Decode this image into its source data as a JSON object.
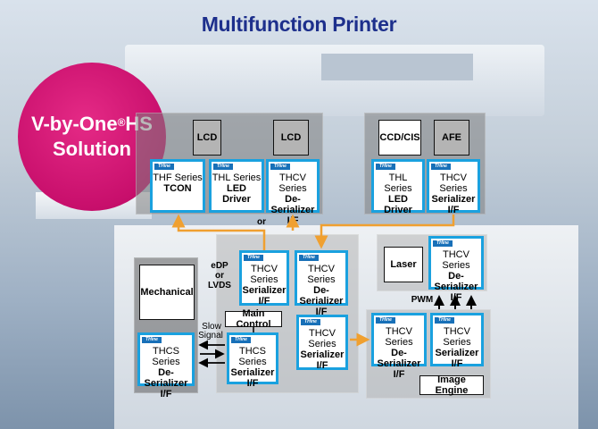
{
  "title": "Multifunction Printer",
  "badge": {
    "line1": "V-by-One",
    "reg": "®",
    "line1b": "HS",
    "line2": "Solution"
  },
  "logo_text": "THine",
  "boxes": {
    "lcd1": "LCD",
    "lcd2": "LCD",
    "ccd": "CCD/CIS",
    "afe": "AFE",
    "laser": "Laser",
    "mechanical": "Mechanical",
    "main_control": "Main Control",
    "image_engine": "Image Engine"
  },
  "chips": {
    "tcon": {
      "line1": "THF Series",
      "line2": "",
      "bold1": "TCON",
      "bold2": ""
    },
    "led1": {
      "line1": "THL Series",
      "line2": "",
      "bold1": "LED",
      "bold2": "Driver"
    },
    "deser1": {
      "line1": "THCV",
      "line2": "Series",
      "bold1": "De-Serializer",
      "bold2": "I/F"
    },
    "led2": {
      "line1": "THL Series",
      "line2": "",
      "bold1": "LED",
      "bold2": "Driver"
    },
    "ser1": {
      "line1": "THCV",
      "line2": "Series",
      "bold1": "Serializer",
      "bold2": "I/F"
    },
    "ser2": {
      "line1": "THCV",
      "line2": "Series",
      "bold1": "Serializer",
      "bold2": "I/F"
    },
    "deser2": {
      "line1": "THCV",
      "line2": "Series",
      "bold1": "De-Serializer",
      "bold2": "I/F"
    },
    "deser3": {
      "line1": "THCV",
      "line2": "Series",
      "bold1": "De-Serializer",
      "bold2": "I/F"
    },
    "thcs_deser": {
      "line1": "THCS",
      "line2": "Series",
      "bold1": "De-Serializer",
      "bold2": "I/F"
    },
    "thcs_ser": {
      "line1": "THCS",
      "line2": "Series",
      "bold1": "Serializer",
      "bold2": "I/F"
    },
    "ser3": {
      "line1": "THCV",
      "line2": "Series",
      "bold1": "Serializer",
      "bold2": "I/F"
    },
    "deser4": {
      "line1": "THCV",
      "line2": "Series",
      "bold1": "De-Serializer",
      "bold2": "I/F"
    },
    "ser4": {
      "line1": "THCV",
      "line2": "Series",
      "bold1": "Serializer",
      "bold2": "I/F"
    }
  },
  "labels": {
    "or": "or",
    "edp": "eDP",
    "or2": "or",
    "lvds": "LVDS",
    "pwm": "PWM",
    "slow1": "Slow",
    "slow2": "Signal"
  },
  "colors": {
    "title": "#1d2f8c",
    "badge": "#c80f6c",
    "chip_border": "#1aa1df",
    "arrow": "#f0a030"
  }
}
